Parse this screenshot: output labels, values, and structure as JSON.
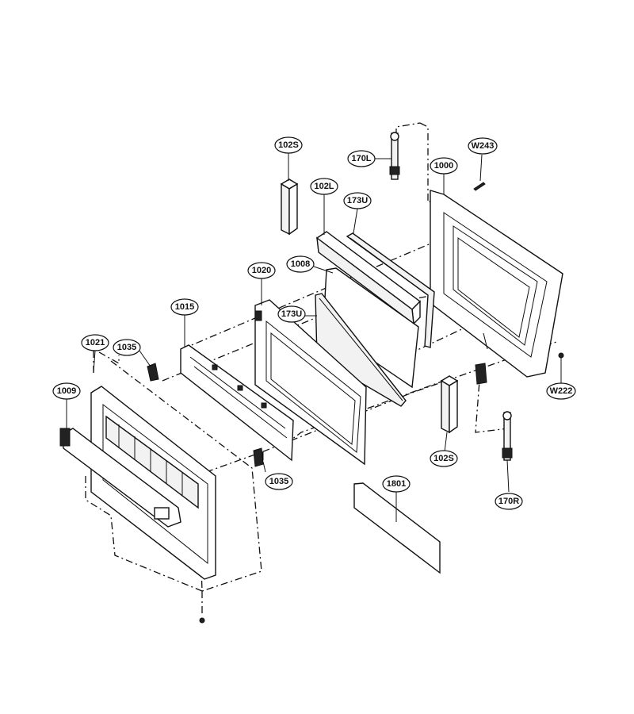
{
  "callouts": {
    "c_102s_top": "102S",
    "c_170l": "170L",
    "c_w243": "W243",
    "c_1000": "1000",
    "c_102l": "102L",
    "c_173u_top": "173U",
    "c_1020": "1020",
    "c_1008": "1008",
    "c_173u_mid": "173U",
    "c_1015": "1015",
    "c_1021": "1021",
    "c_1035_top": "1035",
    "c_1009": "1009",
    "c_w222": "W222",
    "c_102s_bottom": "102S",
    "c_1035_bottom": "1035",
    "c_1801": "1801",
    "c_170r": "170R"
  }
}
